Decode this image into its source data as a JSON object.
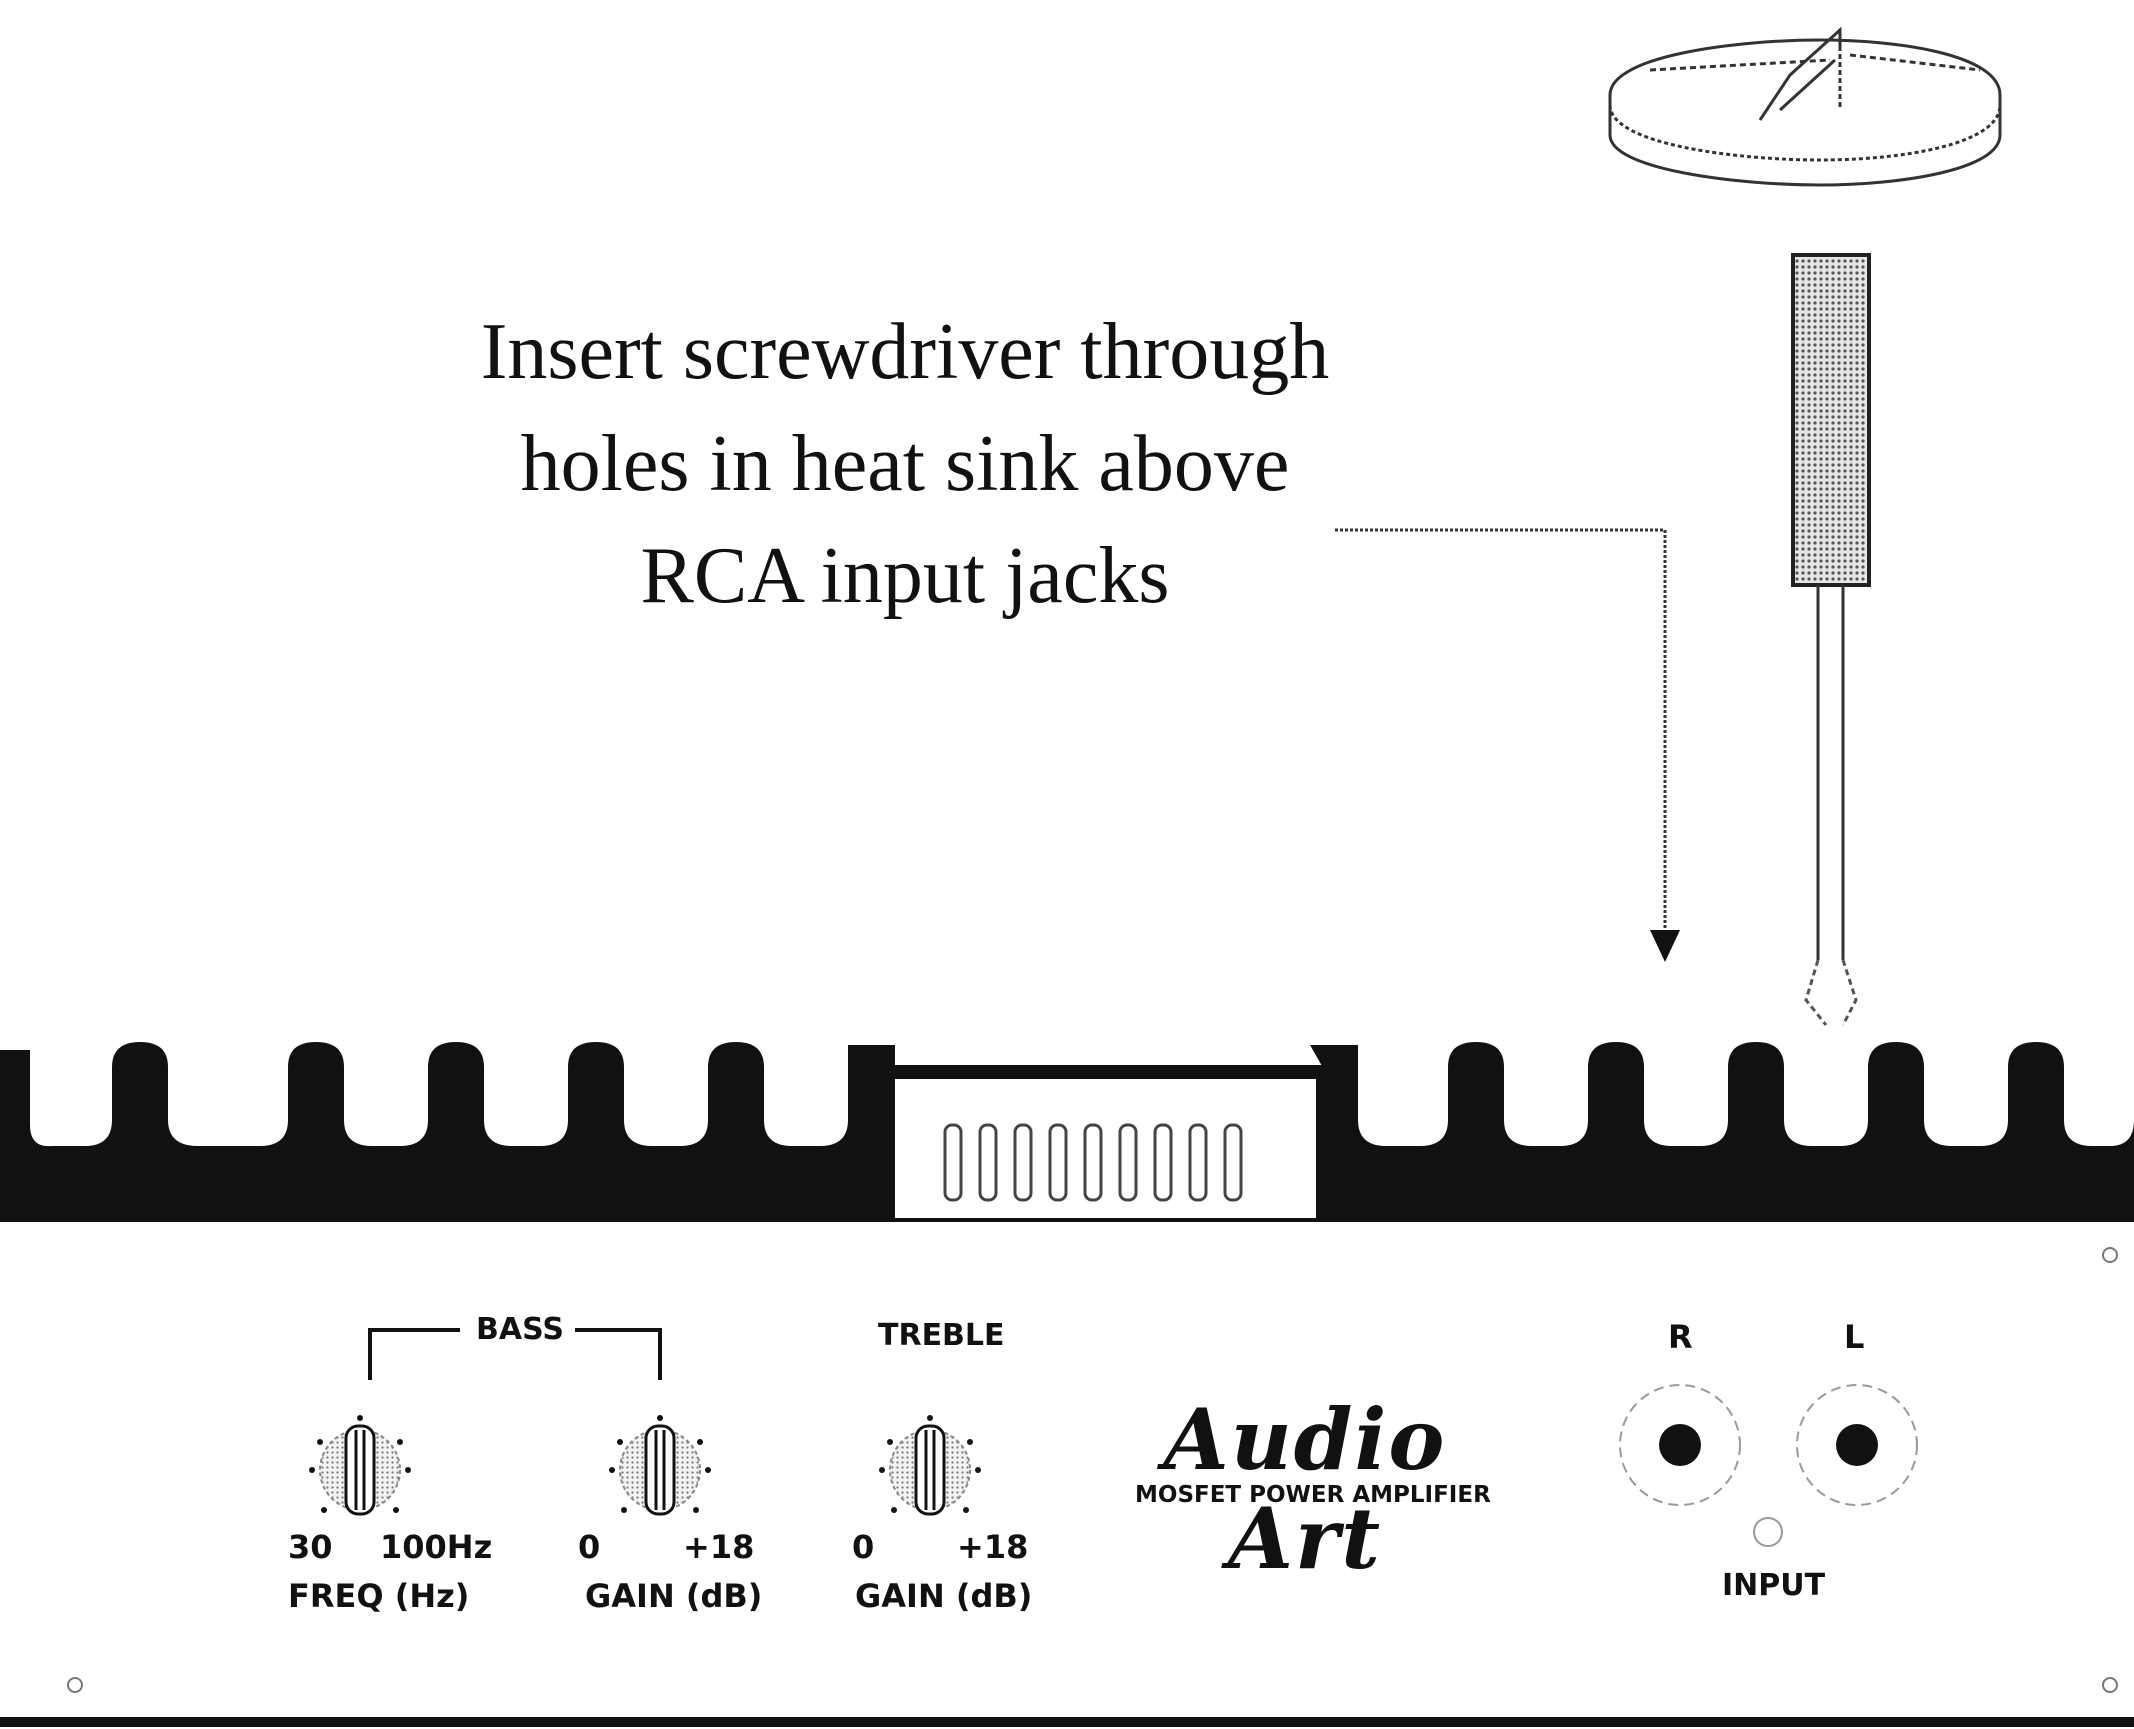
{
  "instruction": {
    "line1": "Insert screwdriver through",
    "line2": "holes in heat sink above",
    "line3": "RCA input jacks"
  },
  "panel": {
    "bass_label": "BASS",
    "treble_label": "TREBLE",
    "bass_freq": {
      "min": "30",
      "max": "100Hz",
      "caption": "FREQ (Hz)"
    },
    "bass_gain": {
      "min": "0",
      "max": "+18",
      "caption": "GAIN (dB)"
    },
    "treble_gain": {
      "min": "0",
      "max": "+18",
      "caption": "GAIN (dB)"
    },
    "brand_name": "Audio Art",
    "brand_sub": "MOSFET POWER AMPLIFIER",
    "input_r": "R",
    "input_l": "L",
    "input_label": "INPUT"
  },
  "colors": {
    "ink": "#111111",
    "screen": "#bdbdbd",
    "paper": "#ffffff"
  },
  "icons": [
    "rotation-arrow-icon",
    "screwdriver-icon",
    "pointer-arrow-icon",
    "knob-icon",
    "rca-jack-icon"
  ]
}
